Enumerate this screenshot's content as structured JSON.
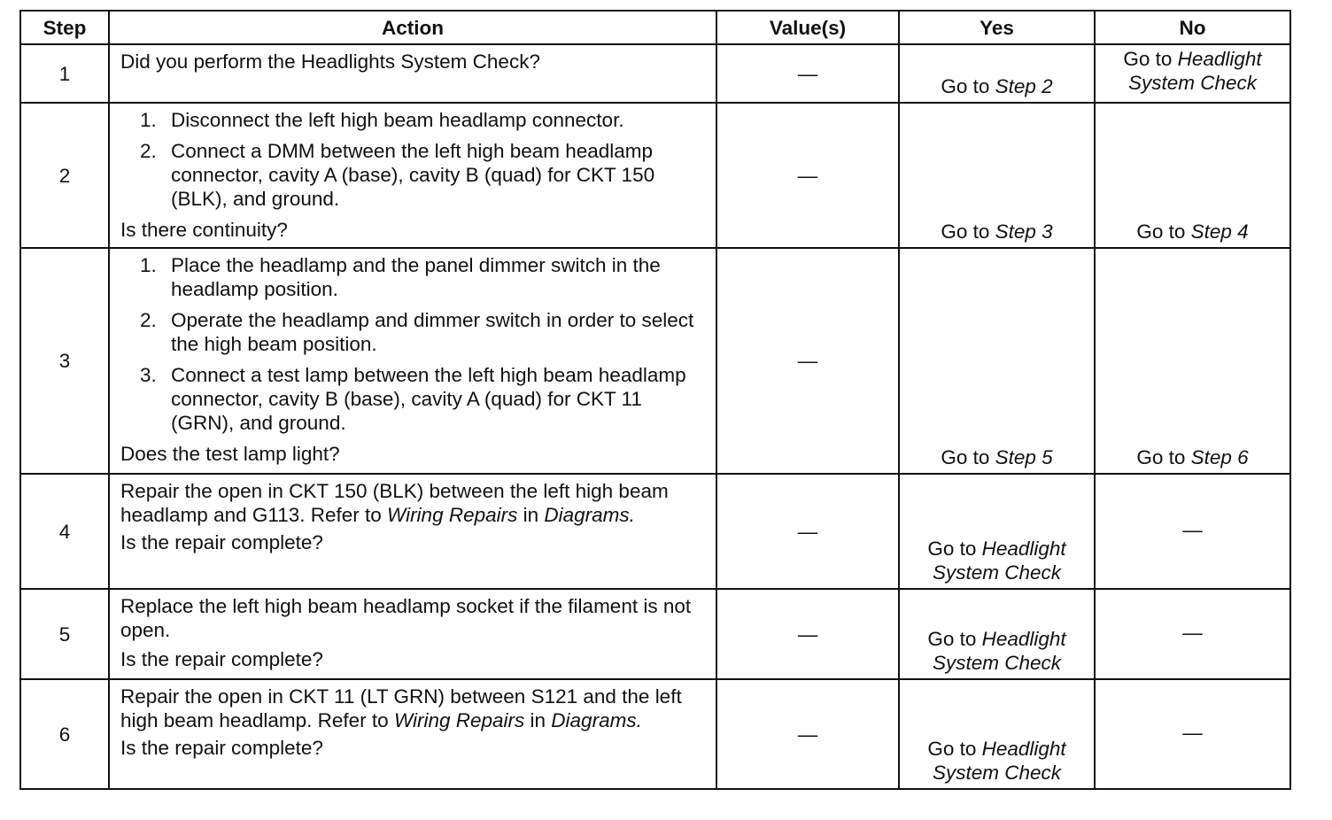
{
  "headers": {
    "step": "Step",
    "action": "Action",
    "values": "Value(s)",
    "yes": "Yes",
    "no": "No"
  },
  "dash": "—",
  "rows": [
    {
      "step": "1",
      "intro": "Did you perform the Headlights System Check?",
      "yes_prefix": "Go to ",
      "yes_link": "Step 2",
      "no_prefix": "Go to ",
      "no_link": "Headlight System Check"
    },
    {
      "step": "2",
      "items": [
        "Disconnect the left high beam headlamp connector.",
        "Connect a DMM between the left high beam headlamp connector, cavity A (base), cavity B (quad) for CKT 150 (BLK), and ground."
      ],
      "question": "Is there continuity?",
      "yes_prefix": "Go to ",
      "yes_link": "Step 3",
      "no_prefix": "Go to ",
      "no_link": "Step 4"
    },
    {
      "step": "3",
      "items": [
        "Place the headlamp and the panel dimmer switch in the headlamp position.",
        "Operate the headlamp and dimmer switch in order to select the high beam position.",
        "Connect a test lamp between the left high beam headlamp connector, cavity B (base), cavity A (quad) for CKT 11 (GRN), and ground."
      ],
      "question": "Does the test lamp light?",
      "yes_prefix": "Go to ",
      "yes_link": "Step 5",
      "no_prefix": "Go to ",
      "no_link": "Step 6"
    },
    {
      "step": "4",
      "text_a": "Repair the open in CKT 150 (BLK) between the left high beam headlamp and G113. Refer to ",
      "ref": "Wiring Repairs",
      "text_b": " in ",
      "ref2": "Diagrams.",
      "question": "Is the repair complete?",
      "yes_prefix": "Go to ",
      "yes_link": "Headlight System Check"
    },
    {
      "step": "5",
      "intro": "Replace the left high beam headlamp socket if the filament is not open.",
      "question": "Is the repair complete?",
      "yes_prefix": "Go to ",
      "yes_link": "Headlight System Check"
    },
    {
      "step": "6",
      "text_a": "Repair the open in CKT 11 (LT GRN) between S121 and the left high beam headlamp. Refer to ",
      "ref": "Wiring Repairs",
      "text_b": " in ",
      "ref2": "Diagrams.",
      "question": "Is the repair complete?",
      "yes_prefix": "Go to ",
      "yes_link": "Headlight System Check"
    }
  ]
}
